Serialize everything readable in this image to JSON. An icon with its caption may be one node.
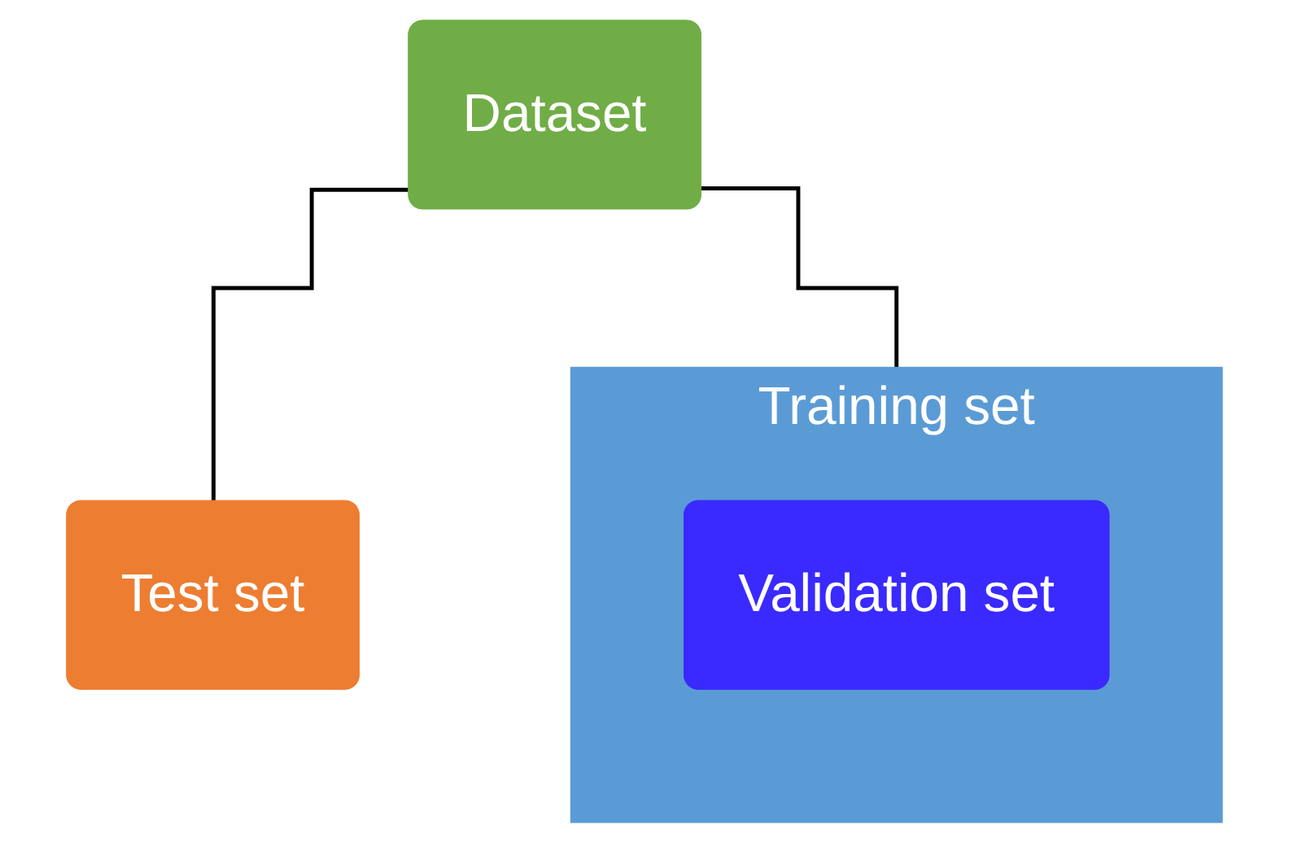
{
  "diagram": {
    "nodes": [
      {
        "text": [
          "Dataset"
        ]
      },
      {
        "text": [
          "Training set"
        ]
      },
      {
        "text": [
          "Validation set"
        ],
        "in": 1
      },
      {
        "text": [
          "Test set"
        ]
      }
    ],
    "edges": [
      {
        "from": 0,
        "to": 1,
        "arrow": "none"
      },
      {
        "from": 0,
        "to": 3,
        "arrow": "none"
      }
    ]
  }
}
